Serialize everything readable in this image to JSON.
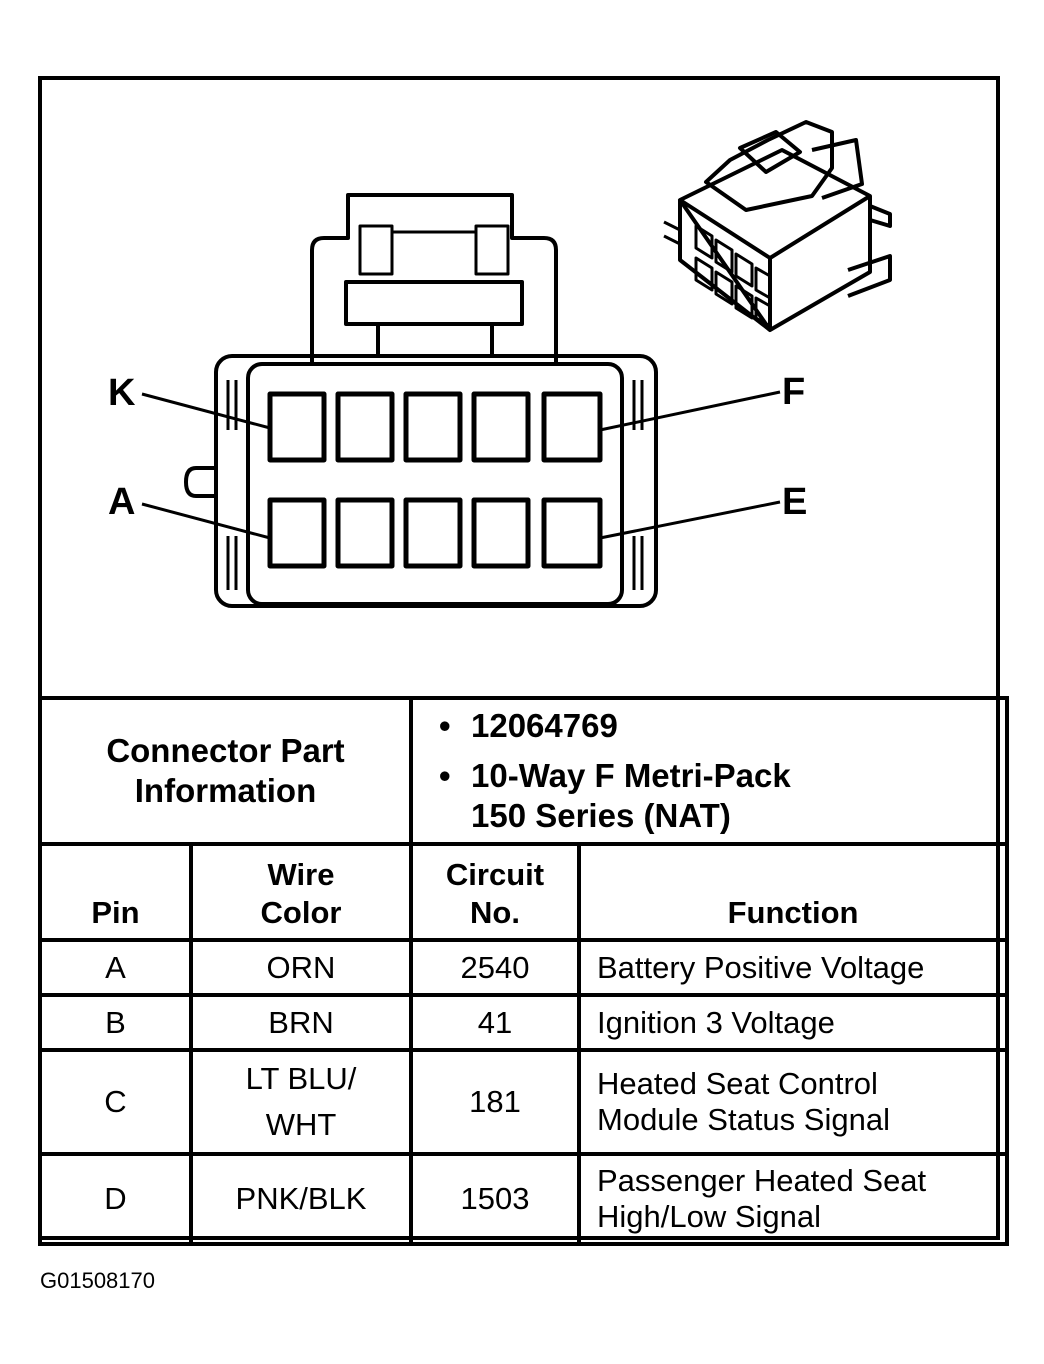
{
  "diagram": {
    "pin_labels": {
      "k": "K",
      "a": "A",
      "f": "F",
      "e": "E"
    }
  },
  "connector_info": {
    "label_line1": "Connector Part",
    "label_line2": "Information",
    "part_number": "12064769",
    "description_line1": "10-Way F Metri-Pack",
    "description_line2": "150 Series (NAT)"
  },
  "table": {
    "headers": {
      "pin": "Pin",
      "wire_color_line1": "Wire",
      "wire_color_line2": "Color",
      "circuit_line1": "Circuit",
      "circuit_line2": "No.",
      "function": "Function"
    },
    "rows": [
      {
        "pin": "A",
        "color_line1": "ORN",
        "color_line2": "",
        "circuit": "2540",
        "function_line1": "Battery Positive Voltage",
        "function_line2": ""
      },
      {
        "pin": "B",
        "color_line1": "BRN",
        "color_line2": "",
        "circuit": "41",
        "function_line1": "Ignition 3 Voltage",
        "function_line2": ""
      },
      {
        "pin": "C",
        "color_line1": "LT BLU/",
        "color_line2": "WHT",
        "circuit": "181",
        "function_line1": "Heated Seat Control",
        "function_line2": "Module Status Signal"
      },
      {
        "pin": "D",
        "color_line1": "PNK/BLK",
        "color_line2": "",
        "circuit": "1503",
        "function_line1": "Passenger Heated Seat",
        "function_line2": "High/Low Signal"
      }
    ]
  },
  "figure_id": "G01508170"
}
